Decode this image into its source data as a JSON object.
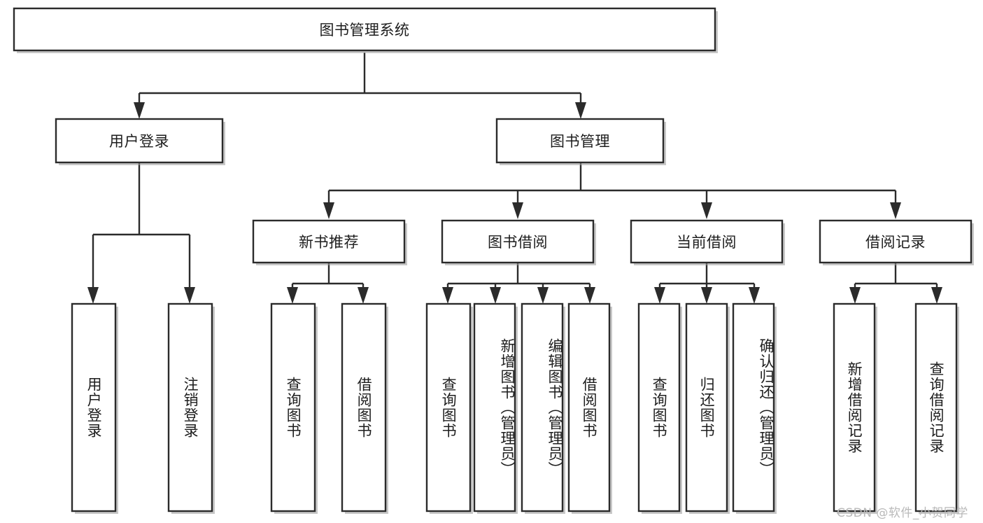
{
  "diagram": {
    "type": "tree-hierarchy",
    "title": "图书管理系统",
    "watermark": "CSDN @软件_小贺同学",
    "colors": {
      "stroke": "#2b2b2b",
      "fill": "#ffffff",
      "background": "#ffffff",
      "shadow": "#9a9a9a",
      "watermark": "#b9b9b9"
    },
    "levels": {
      "root": {
        "label": "图书管理系统",
        "orientation": "horizontal"
      },
      "level2": [
        {
          "label": "用户登录",
          "orientation": "horizontal"
        },
        {
          "label": "图书管理",
          "orientation": "horizontal"
        }
      ],
      "level3": [
        {
          "label": "新书推荐",
          "orientation": "horizontal"
        },
        {
          "label": "图书借阅",
          "orientation": "horizontal"
        },
        {
          "label": "当前借阅",
          "orientation": "horizontal"
        },
        {
          "label": "借阅记录",
          "orientation": "horizontal"
        }
      ],
      "leaves": {
        "user_login": [
          {
            "label": "用户登录",
            "orientation": "vertical"
          },
          {
            "label": "注销登录",
            "orientation": "vertical"
          }
        ],
        "new_book_recommend": [
          {
            "label": "查询图书",
            "orientation": "vertical"
          },
          {
            "label": "借阅图书",
            "orientation": "vertical"
          }
        ],
        "book_borrow": [
          {
            "label": "查询图书",
            "orientation": "vertical"
          },
          {
            "label": "新增图书（管理员）",
            "orientation": "vertical"
          },
          {
            "label": "编辑图书（管理员）",
            "orientation": "vertical"
          },
          {
            "label": "借阅图书",
            "orientation": "vertical"
          }
        ],
        "current_borrow": [
          {
            "label": "查询图书",
            "orientation": "vertical"
          },
          {
            "label": "归还图书",
            "orientation": "vertical"
          },
          {
            "label": "确认归还（管理员）",
            "orientation": "vertical"
          }
        ],
        "borrow_records": [
          {
            "label": "新增借阅记录",
            "orientation": "vertical"
          },
          {
            "label": "查询借阅记录",
            "orientation": "vertical"
          }
        ]
      }
    }
  }
}
